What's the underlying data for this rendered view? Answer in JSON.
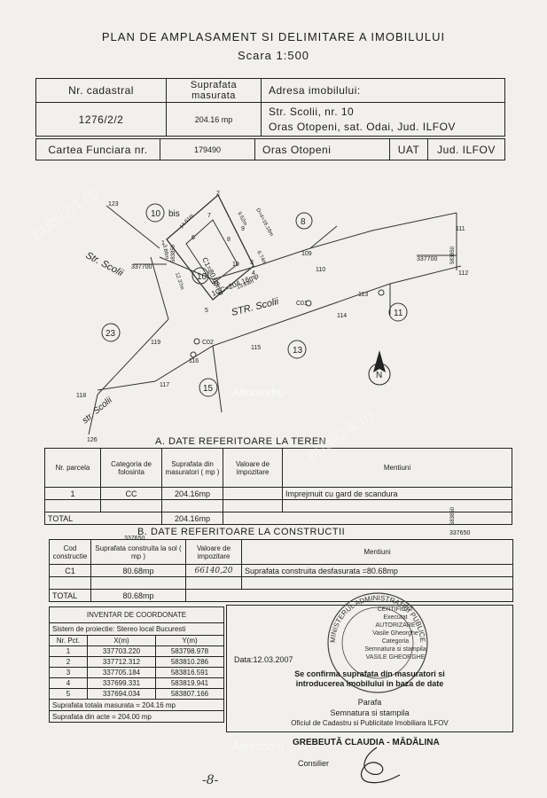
{
  "title": {
    "line1": "PLAN DE AMPLASAMENT SI DELIMITARE A IMOBILULUI",
    "line2": "Scara 1:500"
  },
  "header": {
    "nr_cadastral_label": "Nr. cadastral",
    "nr_cadastral_value": "1276/2/2",
    "suprafata_label": "Suprafata masurata",
    "suprafata_value": "204.16 mp",
    "adresa_label": "Adresa imobilului:",
    "adresa_line1": "Str. Scolii,   nr. 10",
    "adresa_line2": "Oras Otopeni, sat. Odai,   Jud. ILFOV",
    "cf_label": "Cartea Funciara nr.",
    "cf_value": "179490",
    "cf_locality": "Oras Otopeni",
    "uat_label": "UAT",
    "uat_value": "Jud. ILFOV"
  },
  "map": {
    "labels": {
      "p123": "123",
      "p10bis": "10",
      "bis": "bis",
      "p8": "8",
      "p111": "111",
      "p112": "112",
      "p109": "109",
      "p110": "110",
      "p113": "113",
      "p114": "114",
      "p11": "11",
      "p13": "13",
      "p115": "115",
      "p15": "15",
      "p23": "23",
      "p119": "119",
      "p118": "118",
      "p117": "117",
      "p116": "116",
      "p126": "126",
      "p10": "10",
      "co1": "C01",
      "co2": "C02",
      "coordY1": "337700",
      "coordX1": "583850",
      "coordY2": "337700",
      "coordX2": "583850",
      "str1": "Str. Scolii",
      "str2": "STR. Scolii",
      "str3": "str. Scolii",
      "c1": "C1=80.68mp",
      "icc": "1CC=204.16mp",
      "d1": "14.51m",
      "d2": "9.52m",
      "d3": "13.83m",
      "d4": "12.37m",
      "d5": "6.74m",
      "d6": "3.86m",
      "d7": "D=4=16.18m",
      "n1": "1",
      "n2": "2",
      "n3": "3",
      "n4": "4",
      "n5": "5",
      "n6": "6",
      "n7": "7",
      "n8": "8",
      "n9": "9",
      "n10": "10",
      "n11": "11",
      "north": "N"
    }
  },
  "teren": {
    "title": "A. DATE REFERITOARE LA TEREN",
    "headers": [
      "Nr. parcela",
      "Categoria de folosinta",
      "Suprafata din masuratori ( mp )",
      "Valoare de impozitare",
      "Mentiuni"
    ],
    "row": [
      "1",
      "CC",
      "204.16mp",
      "",
      "Imprejmuit cu gard de scandura"
    ],
    "total_label": "TOTAL",
    "total_value": "204.16mp"
  },
  "constructii": {
    "title": "B. DATE REFERITOARE LA CONSTRUCTII",
    "coord_left": "337650",
    "coord_right": "337650",
    "coord_vert": "583850",
    "headers": [
      "Cod constructie",
      "Suprafata construita la sol ( mp )",
      "Valoare de impozitare",
      "Mentiuni"
    ],
    "row": [
      "C1",
      "80.68mp",
      "66140,20",
      "Suprafata construita desfasurata =80.68mp"
    ],
    "total_label": "TOTAL",
    "total_value": "80.68mp"
  },
  "inventar": {
    "title": "INVENTAR DE COORDONATE",
    "system": "Sistem de proiectie: Stereo local Bucuresti",
    "col_nr": "Nr. Pct.",
    "col_x": "X(m)",
    "col_y": "Y(m)",
    "rows": [
      [
        "1",
        "337703.220",
        "583798.978"
      ],
      [
        "2",
        "337712.312",
        "583810.286"
      ],
      [
        "3",
        "337705.184",
        "583816.591"
      ],
      [
        "4",
        "337699.331",
        "583819.941"
      ],
      [
        "5",
        "337694.034",
        "583807.166"
      ]
    ],
    "total_measured": "Suprafata totala masurata = 204.16  mp",
    "total_acts": "Suprafata din acte   = 204.00  mp"
  },
  "certificat": {
    "data": "Data:12.03.2007",
    "confirm1": "Se confirma suprafata din masuratori si",
    "confirm2": "introducerea imobilului in baza de date",
    "parafa": "Parafa",
    "semn": "Semnatura si stampila",
    "oficiu": "Oficiul de Cadastru si Publicitate Imobiliara ILFOV",
    "name": "GREBEUTĂ CLAUDIA - MĂDĂLINA",
    "role": "Consilier",
    "stamp_lines": [
      "CERTIFICAT",
      "Executat",
      "AUTORIZARE",
      "Vasile Gheorghe",
      "Categoria",
      "Semnatura si stampila",
      "VASILE GHEORGHE"
    ],
    "stamp_ring": "MINISTERUL ADMINISTRATIEI PUBLICE"
  },
  "footer": {
    "page": "-8-"
  },
  "watermark": {
    "text": "Alexandru",
    "brand": "publi24.ro"
  }
}
